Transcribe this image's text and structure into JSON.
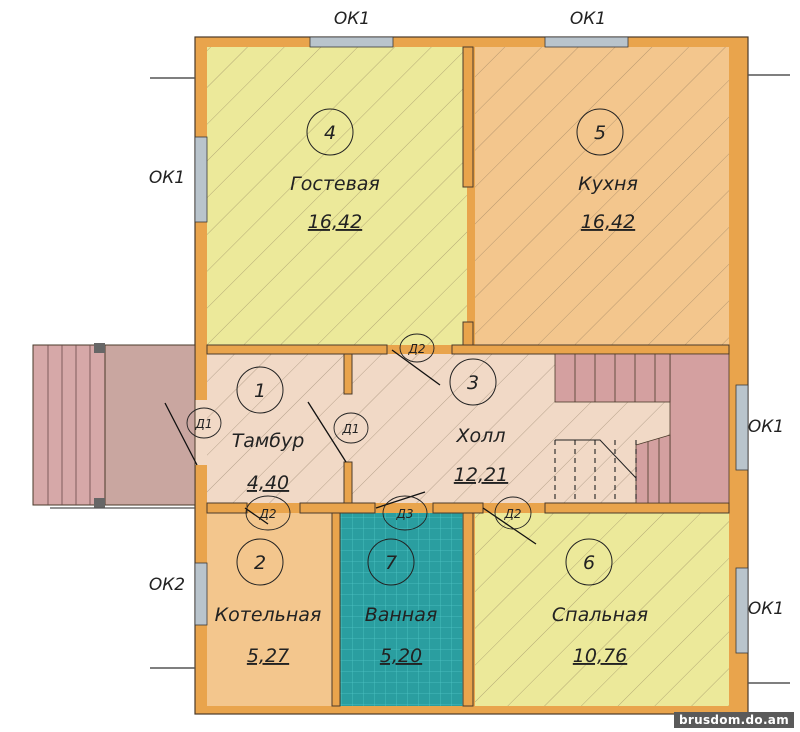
{
  "colors": {
    "wall": "#e9a44c",
    "wall_stroke": "#4a3a2a",
    "living": "#ece99a",
    "kitchen": "#f3c68d",
    "hall": "#f1d9c6",
    "boiler": "#f3c68d",
    "bath": "#2a9ea0",
    "stairs": "#d4a0a0",
    "porch": "#c9a6a0"
  },
  "rooms": [
    {
      "key": "guest",
      "number": "4",
      "name": "Гостевая",
      "area": "16,42"
    },
    {
      "key": "kitchen",
      "number": "5",
      "name": "Кухня",
      "area": "16,42"
    },
    {
      "key": "tambur",
      "number": "1",
      "name": "Тамбур",
      "area": "4,40"
    },
    {
      "key": "hall",
      "number": "3",
      "name": "Холл",
      "area": "12,21"
    },
    {
      "key": "boiler",
      "number": "2",
      "name": "Котельная",
      "area": "5,27"
    },
    {
      "key": "bath",
      "number": "7",
      "name": "Ванная",
      "area": "5,20"
    },
    {
      "key": "bedroom",
      "number": "6",
      "name": "Спальная",
      "area": "10,76"
    }
  ],
  "windows": {
    "top_left": "ОК1",
    "top_right": "ОК1",
    "left_upper": "ОК1",
    "left_lower": "ОК2",
    "right_upper": "ОК1",
    "right_lower": "ОК1"
  },
  "doors": {
    "d2_top": "Д2",
    "d1_entry": "Д1",
    "d1_inner": "Д1",
    "d2_boiler": "Д2",
    "d3_bath": "Д3",
    "d2_bedroom": "Д2"
  },
  "credit": "brusdom.do.am"
}
